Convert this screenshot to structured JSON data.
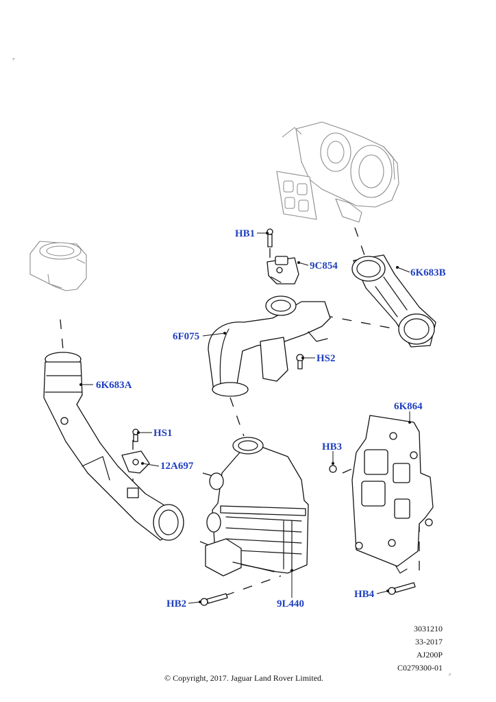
{
  "callouts": {
    "hb1": "HB1",
    "c9c854": "9C854",
    "c6k683b": "6K683B",
    "c6f075": "6F075",
    "hs2": "HS2",
    "c6k683a": "6K683A",
    "c6k864": "6K864",
    "hs1": "HS1",
    "hb3": "HB3",
    "c12a697": "12A697",
    "hb2": "HB2",
    "c9l440": "9L440",
    "hb4": "HB4"
  },
  "meta": {
    "line1": "3031210",
    "line2": "33-2017",
    "line3": "AJ200P",
    "line4": "C0279300-01"
  },
  "copyright": "© Copyright, 2017. Jaguar Land Rover Limited.",
  "colors": {
    "callout": "#1f3fbf",
    "line": "#111111",
    "ghost": "#8a8a8a"
  }
}
